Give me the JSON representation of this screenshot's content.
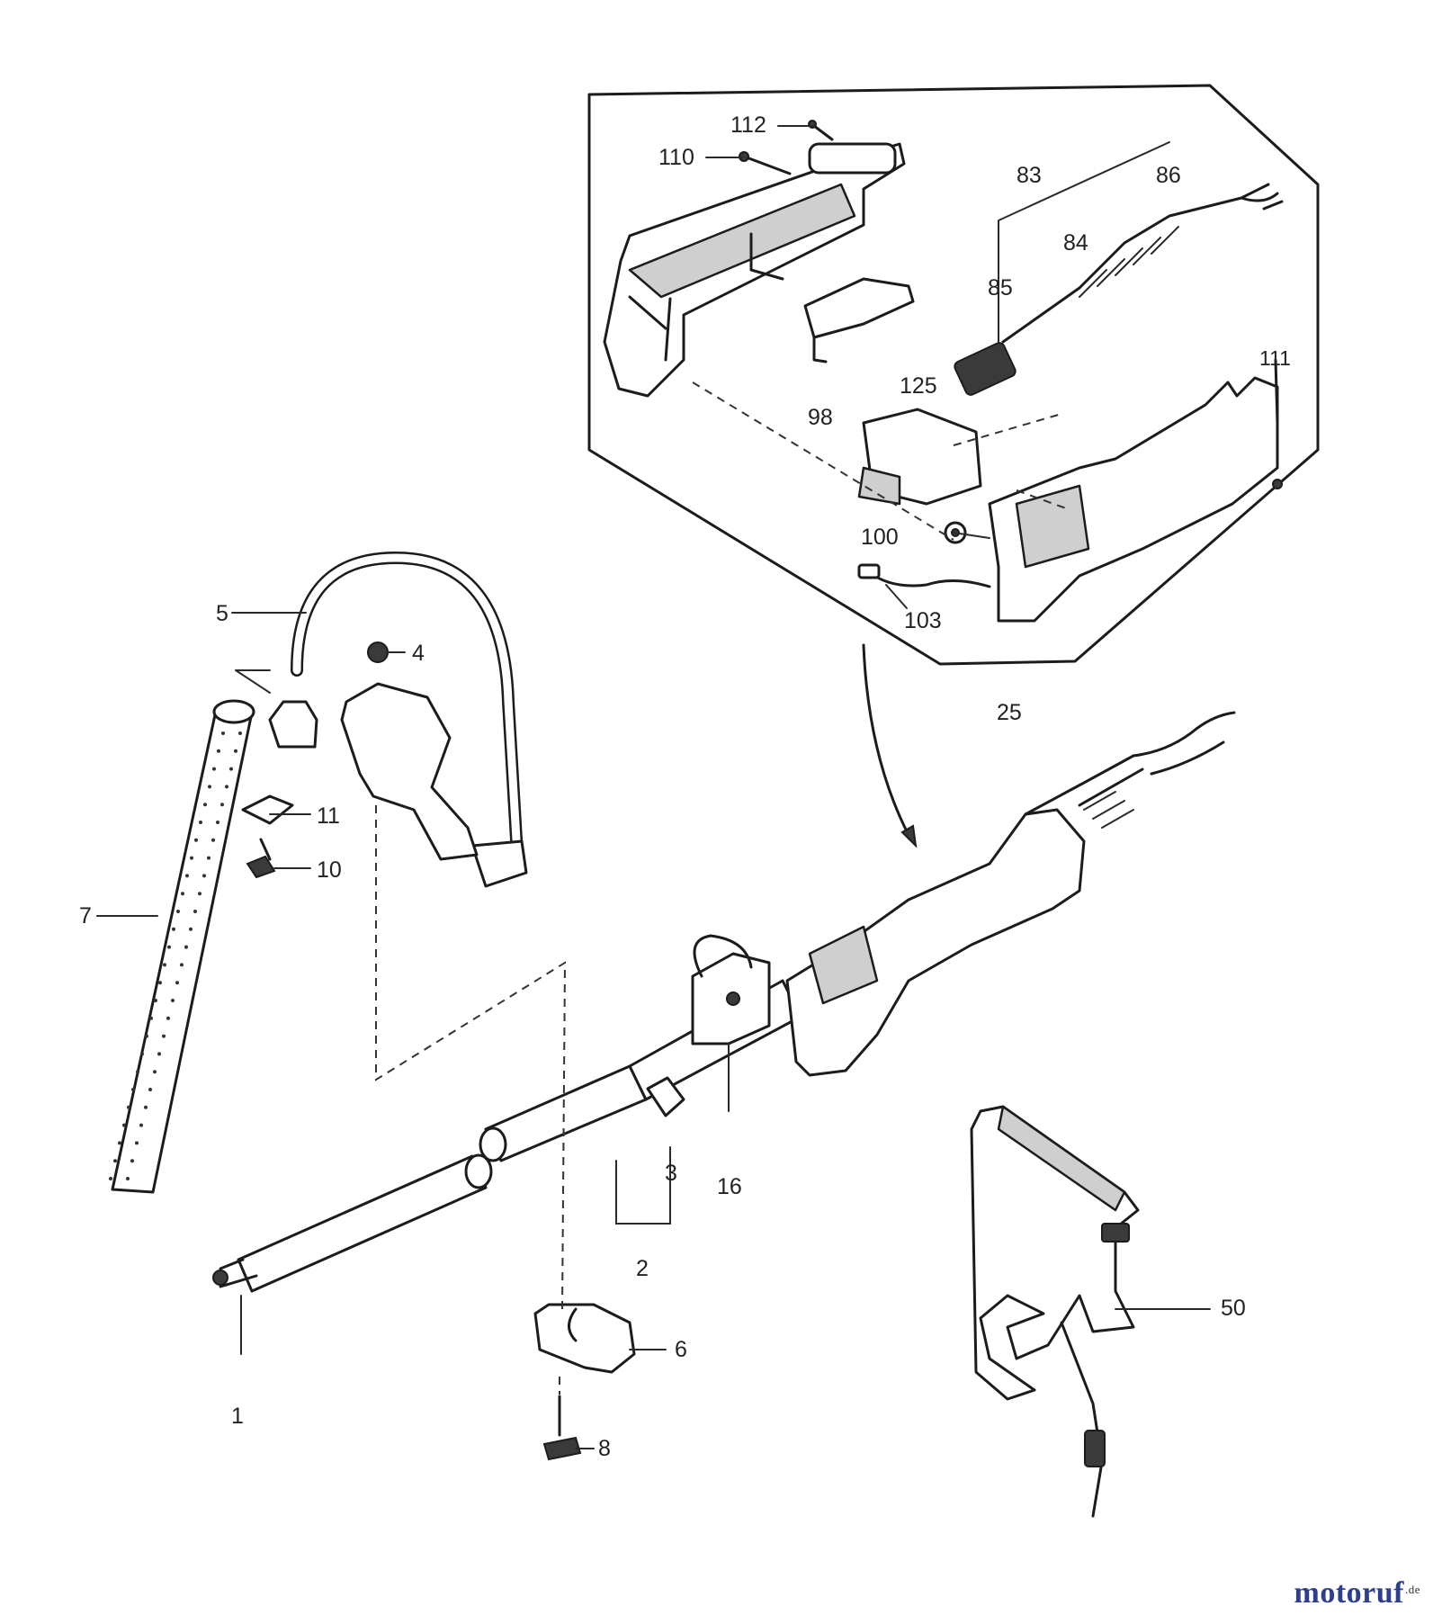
{
  "diagram": {
    "part_labels": {
      "p1": "1",
      "p2": "2",
      "p3": "3",
      "p4": "4",
      "p5": "5",
      "p6": "6",
      "p7": "7",
      "p8": "8",
      "p10": "10",
      "p11": "11",
      "p16": "16",
      "p25": "25",
      "p50": "50",
      "p83": "83",
      "p84": "84",
      "p85": "85",
      "p86": "86",
      "p98": "98",
      "p100": "100",
      "p103": "103",
      "p110": "110",
      "p111": "111",
      "p112": "112",
      "p125": "125"
    }
  },
  "watermark": {
    "text": "motoruf",
    "tld": ".de"
  },
  "colors": {
    "ink": "#1c1c1c",
    "watermark": "#2f3f8f"
  }
}
